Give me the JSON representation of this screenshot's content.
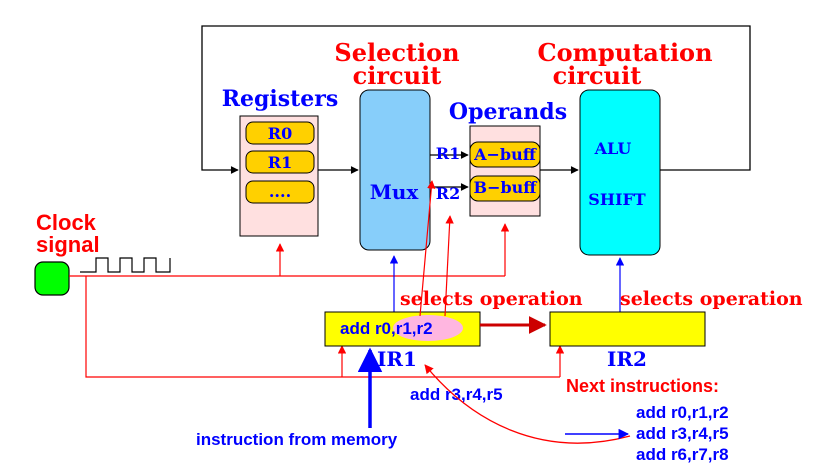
{
  "labels": {
    "selection_line1": "Selection",
    "selection_line2": "circuit",
    "computation_line1": "Computation",
    "computation_line2": "circuit",
    "registers": "Registers",
    "operands": "Operands",
    "clock_line1": "Clock",
    "clock_line2": "signal"
  },
  "registers": [
    "R0",
    "R1",
    "...."
  ],
  "mux": {
    "label": "Mux",
    "out1": "R1",
    "out2": "R2"
  },
  "operands": [
    "A−buff",
    "B−buff"
  ],
  "alu": {
    "line1": "ALU",
    "line2": "SHIFT"
  },
  "ir1": {
    "label": "IR1",
    "instruction": "add r0,r1,r2",
    "caption": "selects operation"
  },
  "ir2": {
    "label": "IR2",
    "instruction": "",
    "caption": "selects operation"
  },
  "memory_label": "instruction from memory",
  "in_flight_instruction": "add r3,r4,r5",
  "next_instructions": {
    "title": "Next instructions:",
    "items": [
      "add r0,r1,r2",
      "add r3,r4,r5",
      "add r6,r7,r8"
    ]
  },
  "colors": {
    "title_red": "#ff0000",
    "label_blue": "#0000ff",
    "signal_red": "#ff0000",
    "register_panel": "#ffe0e0",
    "register_cell": "#ffd000",
    "mux_fill": "#87cefa",
    "alu_fill": "#00ffff",
    "ir_fill": "#ffff00",
    "clock_fill": "#00ff00"
  }
}
